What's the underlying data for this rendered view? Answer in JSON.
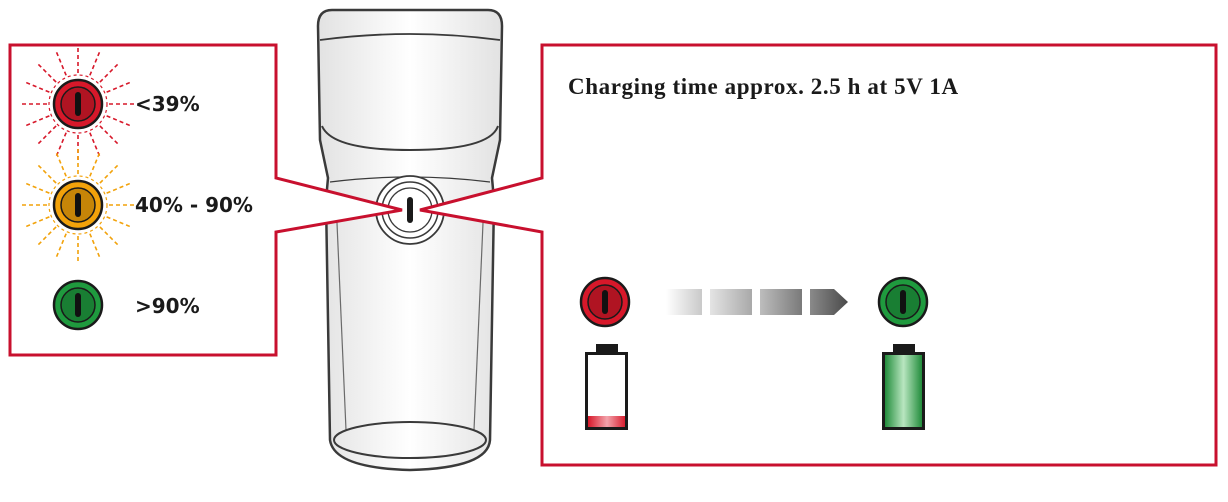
{
  "legend": {
    "items": [
      {
        "state": "blinking",
        "color_name": "red",
        "label": "<39%"
      },
      {
        "state": "blinking",
        "color_name": "orange",
        "label": "40% - 90%"
      },
      {
        "state": "steady",
        "color_name": "green",
        "label": ">90%"
      }
    ]
  },
  "charging": {
    "title": "Charging time approx. 2.5 h at 5V 1A",
    "start_led": "red",
    "end_led": "green",
    "start_battery_fill_percent": 15,
    "end_battery_fill_percent": 100
  },
  "colors": {
    "frame": "#c8102e",
    "red": "#d7182a",
    "orange": "#f2a20a",
    "green": "#1f9a3e",
    "device_outline": "#3a3a3a"
  }
}
